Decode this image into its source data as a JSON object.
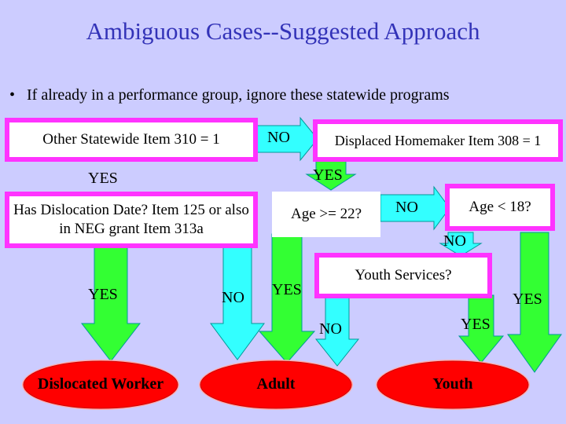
{
  "title": "Ambiguous Cases--Suggested Approach",
  "bullet": {
    "marker": "•",
    "text": "If already in a performance group, ignore these statewide programs"
  },
  "nodes": {
    "other_statewide": "Other Statewide Item 310 = 1",
    "displaced_homemaker": "Displaced Homemaker Item 308 = 1",
    "dislocation_date": "Has Dislocation Date? Item 125 or also in NEG grant Item 313a",
    "age_22": "Age >= 22?",
    "age_18": "Age < 18?",
    "youth_services": "Youth Services?"
  },
  "labels": {
    "no_top": "NO",
    "yes_left": "YES",
    "yes_mid": "YES",
    "no_age22": "NO",
    "no_age18": "NO",
    "yes_dislocated": "YES",
    "no_dislocated": "NO",
    "yes_adult": "YES",
    "no_youth_services": "NO",
    "yes_youth_services": "YES",
    "yes_age18": "YES"
  },
  "outcomes": {
    "dislocated_worker": "Dislocated Worker",
    "adult": "Adult",
    "youth": "Youth"
  },
  "colors": {
    "background": "#ccccff",
    "title": "#3333b8",
    "box_border": "#ff33ff",
    "arrow_green": "#33ff33",
    "arrow_cyan": "#33ffff",
    "arrow_outline": "#009999",
    "outcome_fill": "#ff0000",
    "outcome_glow": "#ffaaaa"
  }
}
